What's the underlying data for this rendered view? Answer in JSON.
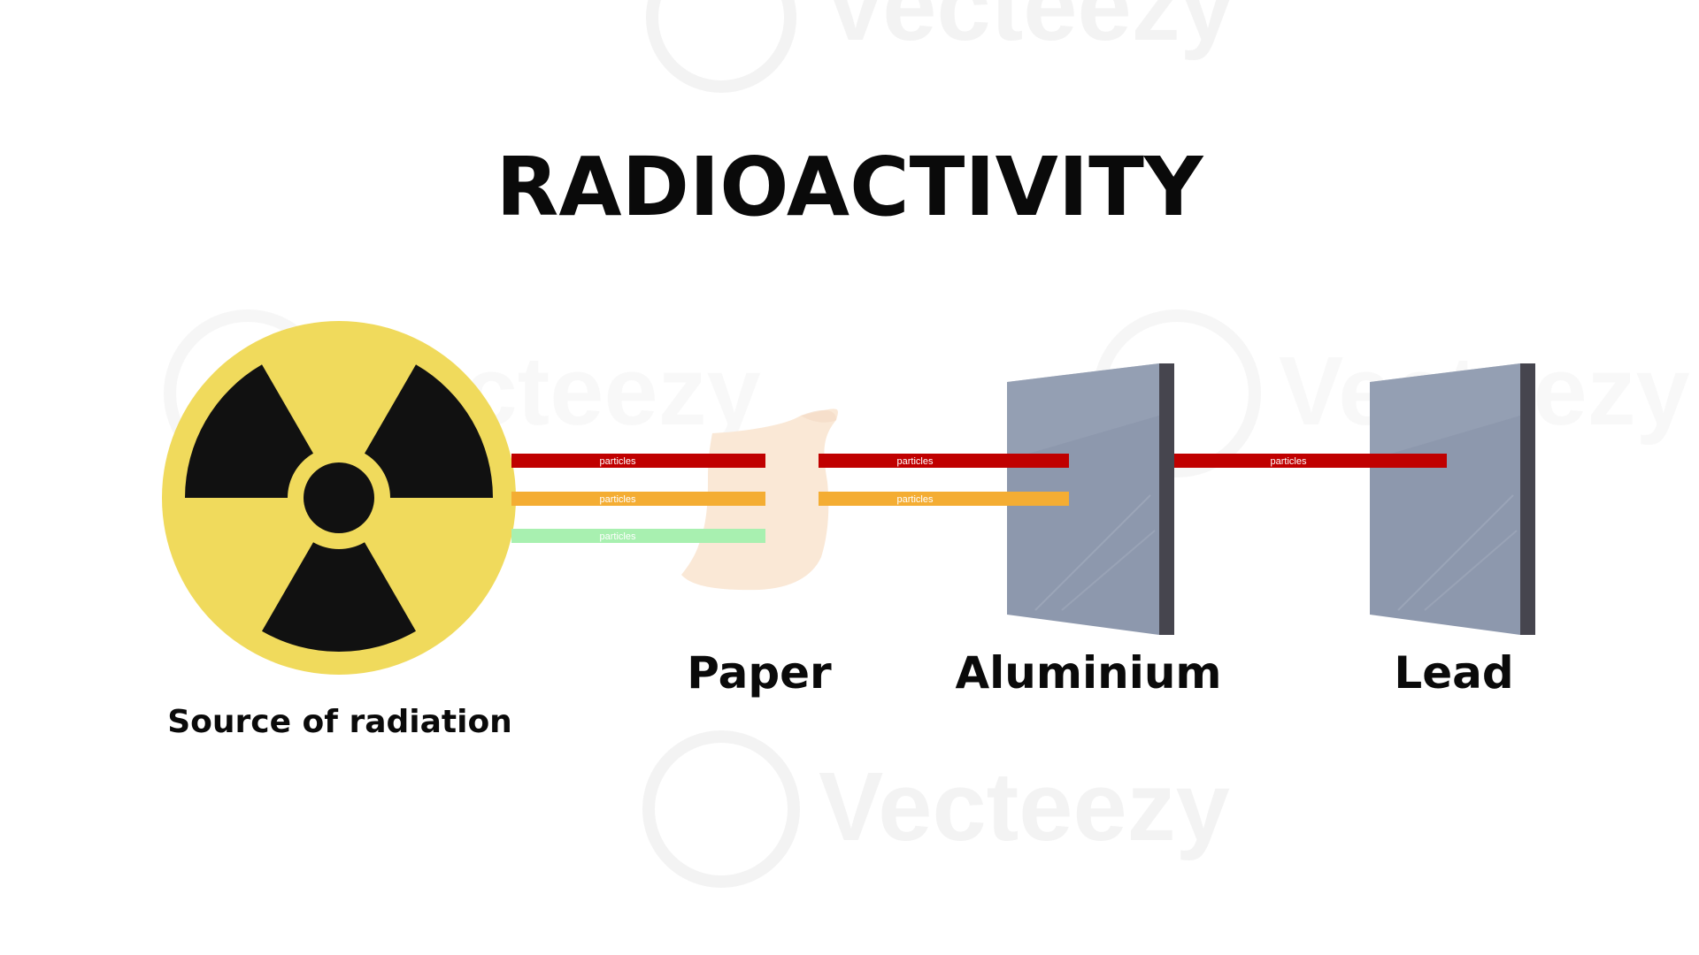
{
  "title": "RADIOACTIVITY",
  "source": {
    "label": "Source of radiation",
    "icon": "radiation-trefoil-icon",
    "colors": {
      "fill": "#f0da5c",
      "symbol": "#111111"
    }
  },
  "barriers": [
    {
      "id": "paper",
      "label": "Paper",
      "color": "#fae8d6"
    },
    {
      "id": "aluminium",
      "label": "Aluminium",
      "color": "#8d98ad"
    },
    {
      "id": "lead",
      "label": "Lead",
      "color": "#8d98ad"
    }
  ],
  "beams": [
    {
      "label": "particles",
      "color": "#c00000",
      "stops_at": "lead"
    },
    {
      "label": "particles",
      "color": "#f4ad33",
      "stops_at": "aluminium"
    },
    {
      "label": "particles",
      "color": "#a8f0b0",
      "stops_at": "paper"
    }
  ],
  "watermark": "Vecteezy"
}
